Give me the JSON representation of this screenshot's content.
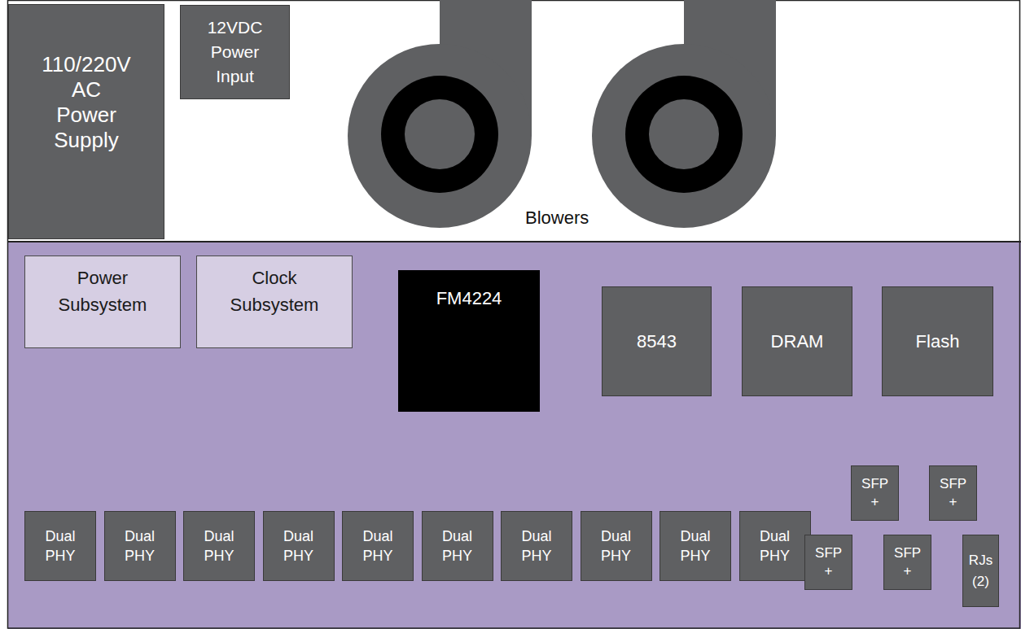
{
  "diagram": {
    "nodes": [
      {
        "text": [
          "110/220V AC Power Supply"
        ]
      },
      {
        "text": [
          "12VDC Power Input"
        ]
      },
      {
        "text": [
          "Power Subsystem"
        ]
      },
      {
        "text": [
          "Clock Subsystem"
        ]
      },
      {
        "text": [
          "FM4224"
        ]
      },
      {
        "text": [
          "8543"
        ]
      },
      {
        "text": [
          "DRAM"
        ]
      },
      {
        "text": [
          "Flash"
        ]
      },
      {
        "text": [
          "Dual PHY"
        ]
      },
      {
        "text": [
          "Dual PHY"
        ]
      },
      {
        "text": [
          "Dual PHY"
        ]
      },
      {
        "text": [
          "Dual PHY"
        ]
      },
      {
        "text": [
          "Dual PHY"
        ]
      },
      {
        "text": [
          "Dual PHY"
        ]
      },
      {
        "text": [
          "Dual PHY"
        ]
      },
      {
        "text": [
          "Dual PHY"
        ]
      },
      {
        "text": [
          "Dual PHY"
        ]
      },
      {
        "text": [
          "Dual PHY"
        ]
      },
      {
        "text": [
          "SFP +"
        ]
      },
      {
        "text": [
          "SFP +"
        ]
      },
      {
        "text": [
          "SFP +"
        ]
      },
      {
        "text": [
          "SFP +"
        ]
      },
      {
        "text": [
          "RJs (2)"
        ]
      }
    ],
    "labels": [
      "Blowers"
    ]
  }
}
